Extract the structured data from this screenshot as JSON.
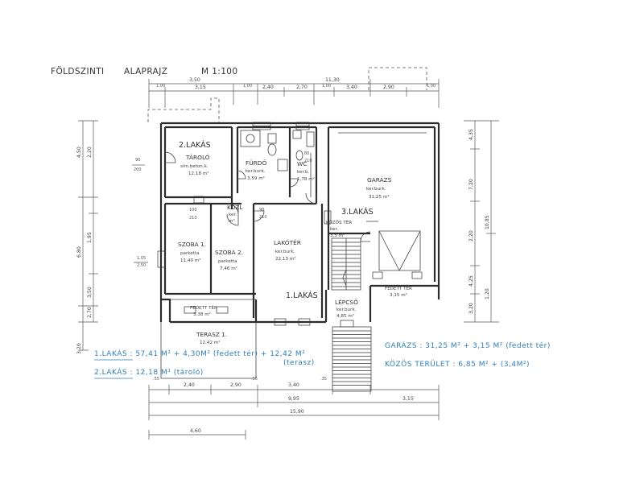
{
  "title": {
    "ground_floor": "FÖLDSZINTI",
    "floor_plan": "ALAPRAJZ",
    "scale": "M 1:100"
  },
  "rooms": {
    "apt2": "2.LAKÁS",
    "storage": {
      "name": "TÁROLÓ",
      "floor": "sim.beton.k.",
      "area": "12,18 m²"
    },
    "bath": {
      "name": "FÜRDŐ",
      "floor": "ker.burk.",
      "area": "3,59 m²"
    },
    "wc": {
      "name": "WC",
      "floor": "ker.b.",
      "area": "1,78 m²"
    },
    "garage": {
      "name": "GARÁZS",
      "floor": "ker.burk.",
      "area": "31,25 m²"
    },
    "apt3": "3.LAKÁS",
    "hallway": {
      "name": "KÖZL",
      "floor": "ker.",
      "area": "m²"
    },
    "common_hall": {
      "name": "KÖZÖS TÉR",
      "floor": "ker.",
      "area": "3,5 m²"
    },
    "room1": {
      "name": "SZOBA 1.",
      "floor": "parketta",
      "area": "11,40 m²"
    },
    "room2": {
      "name": "SZOBA 2.",
      "floor": "parketta",
      "area": "7,46 m²"
    },
    "living": {
      "name": "LAKÓTÉR",
      "floor": "ker.burk.",
      "area": "22,13 m²"
    },
    "apt1": "1.LAKÁS",
    "stairs": {
      "name": "LÉPCSŐ",
      "floor": "ker.burk.",
      "area": "4,85 m²"
    },
    "covered_left": {
      "name": "FEDETT TÉR",
      "area": "3,38 m²"
    },
    "covered_right": {
      "name": "FEDETT TÉR",
      "area": "3,15 m²"
    },
    "terrace": {
      "name": "TERASZ 1.",
      "area": "12,42 m²"
    }
  },
  "dimensions": {
    "top": [
      "3,50",
      "3,15",
      "2,40",
      "2,70",
      "11,30",
      "3,40",
      "2,90"
    ],
    "top_small": [
      "1,00",
      "1,00",
      "1,00",
      "1,00"
    ],
    "bottom": [
      "2,40",
      "2,90",
      "3,40",
      "9,95",
      "3,15",
      "15,90"
    ],
    "bottom_small": [
      ".55",
      ".55",
      ".35"
    ],
    "left": [
      "4,50",
      "2,20",
      "6,80",
      "1,95",
      "3,50",
      "2,70",
      "3,20"
    ],
    "right": [
      "4,35",
      "7,20",
      "10,85",
      "2,20",
      "4,25",
      "3,20",
      "1,20"
    ],
    "openings": [
      "90",
      "200",
      "100",
      "210",
      "90",
      "210",
      "1,05",
      "2,50",
      "80",
      "210"
    ],
    "bottom_left": "4,60"
  },
  "summary": {
    "apt1": "1.LAKÁS : 57,41 M² + 4,30M² (fedett tér) + 12,42 M²",
    "apt1_terrace": "(terasz)",
    "apt2": "2.LAKÁS : 12,18 M² (tároló)",
    "garage": "GARÁZS : 31,25 M² + 3,15 M² (fedett tér)",
    "common": "KÖZÖS TERÜLET : 6,85 M² + (3,4M²)"
  },
  "colors": {
    "ink": "#2b2b2b",
    "handwriting_blue": "#2f7fb8",
    "paper": "#ffffff"
  }
}
